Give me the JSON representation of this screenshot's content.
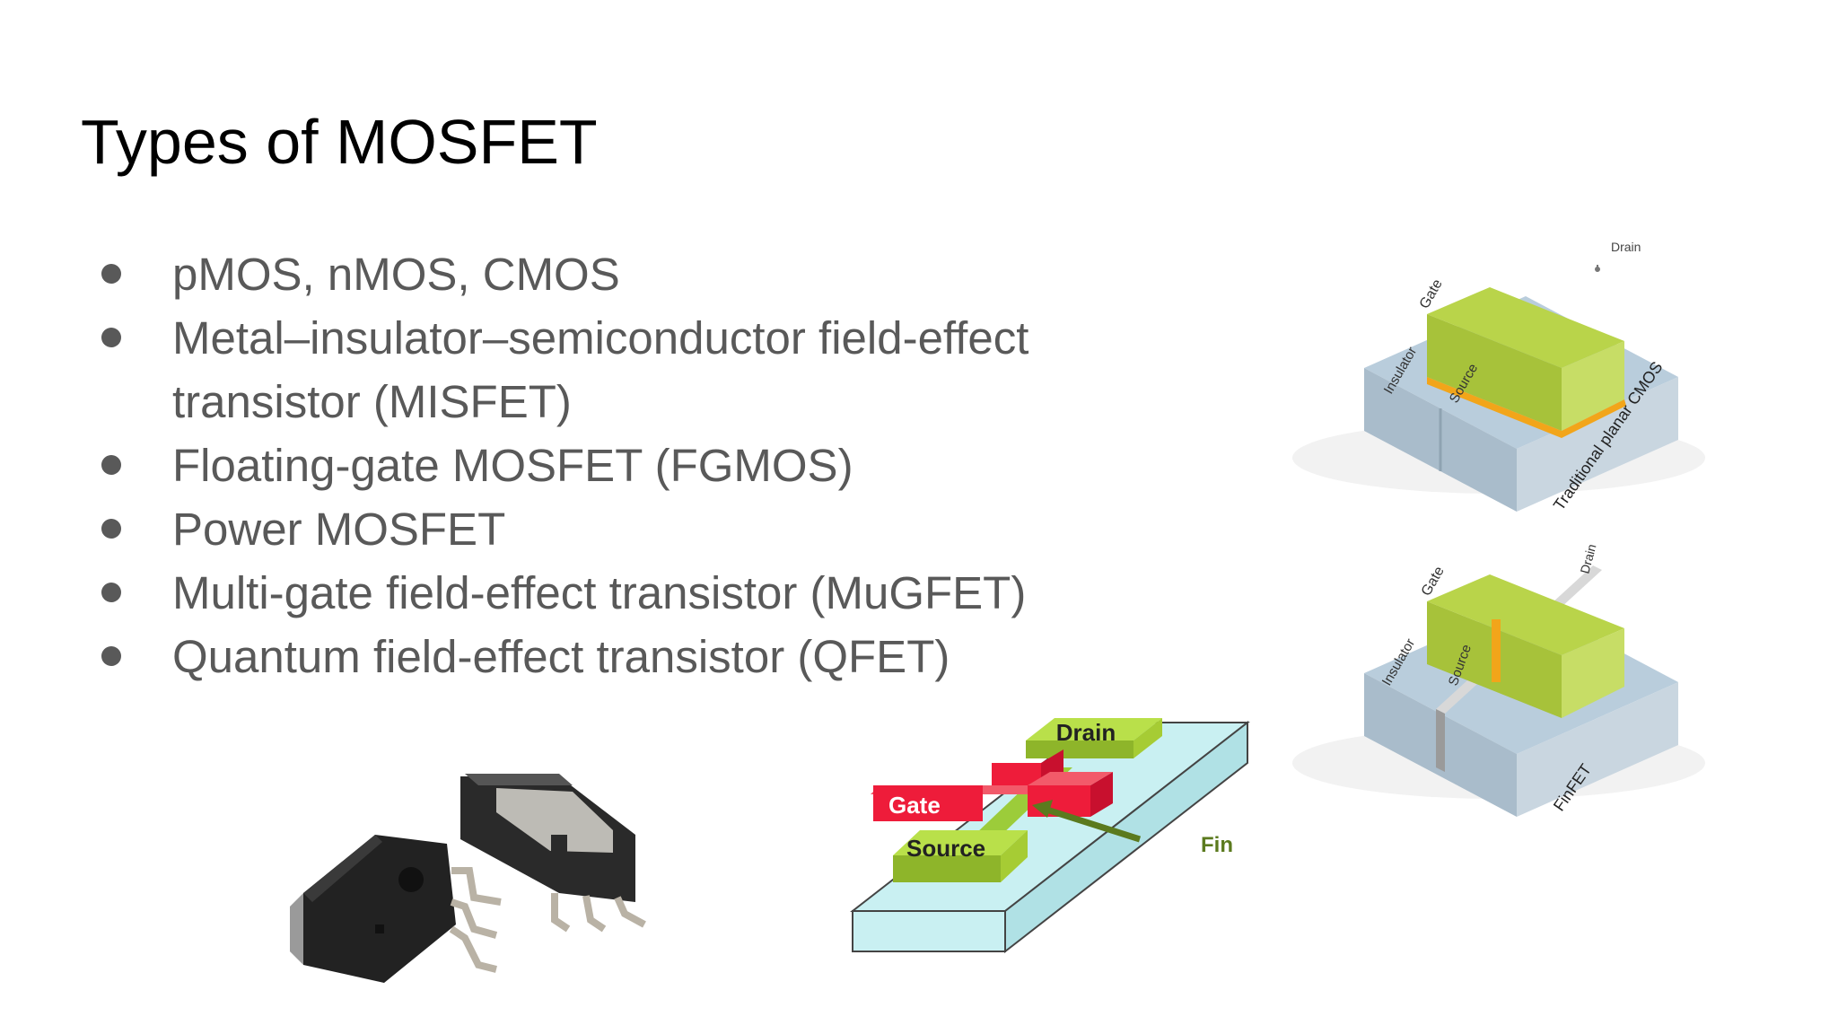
{
  "slide": {
    "title": "Types of MOSFET",
    "bullets": [
      "pMOS, nMOS, CMOS",
      "Metal–insulator–semiconductor field-effect transistor (MISFET)",
      "Floating-gate MOSFET (FGMOS)",
      "Power MOSFET",
      "Multi-gate field-effect transistor (MuGFET)",
      "Quantum field-effect transistor (QFET)"
    ]
  },
  "figures": {
    "planar": {
      "gate": "Gate",
      "drain": "Drain",
      "insulator": "Insulator",
      "source": "Source",
      "caption": "Traditional planar CMOS"
    },
    "finfet": {
      "gate": "Gate",
      "drain": "Drain",
      "insulator": "Insulator",
      "source": "Source",
      "caption": "FinFET"
    },
    "fin_diagram": {
      "drain": "Drain",
      "gate": "Gate",
      "source": "Source",
      "fin": "Fin"
    },
    "power_mosfet_photo": {
      "icon": "power-mosfet-package-photo"
    }
  },
  "colors": {
    "gate_green": "#b5d334",
    "gate_red": "#ee1c3a",
    "substrate_blue": "#aac4d6",
    "fin_substrate": "#c9f0f2",
    "label_olive": "#5b7a1e"
  }
}
